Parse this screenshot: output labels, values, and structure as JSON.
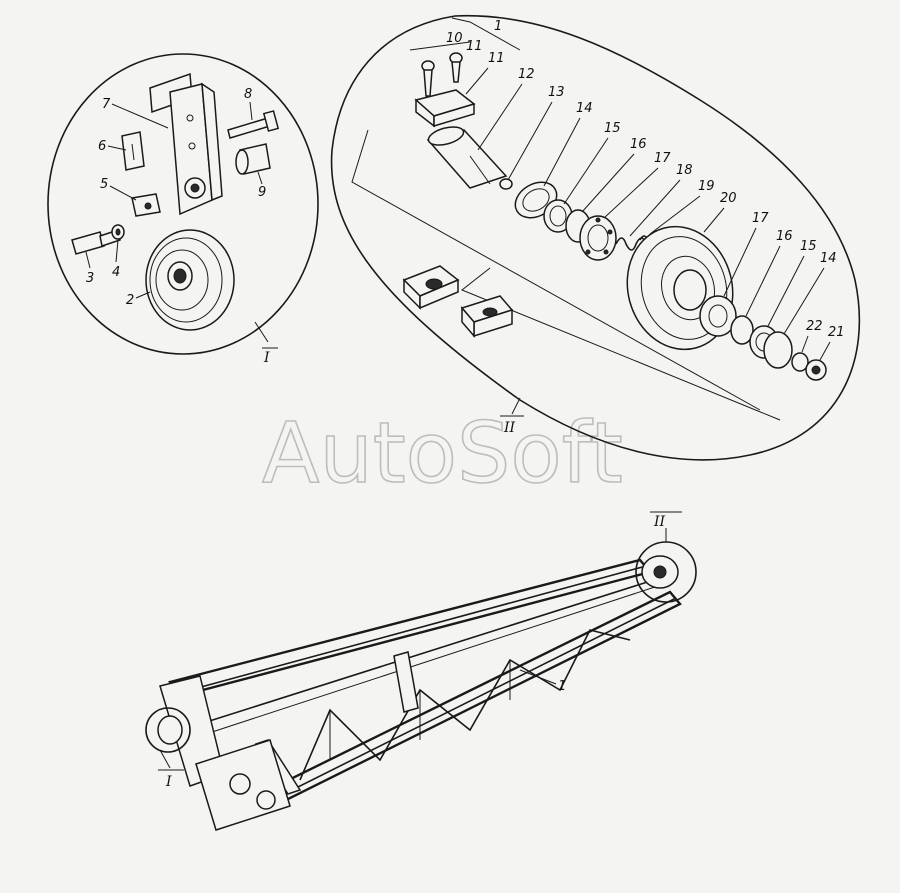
{
  "watermark": "AutoSoft",
  "detail_views": [
    {
      "id": "I",
      "label": "I"
    },
    {
      "id": "II",
      "label": "II"
    }
  ],
  "callouts": {
    "c1": "1",
    "c2": "2",
    "c3": "3",
    "c4": "4",
    "c5": "5",
    "c6": "6",
    "c7": "7",
    "c8": "8",
    "c9": "9",
    "c10": "10",
    "c11a": "11",
    "c11b": "11",
    "c12": "12",
    "c13": "13",
    "c14a": "14",
    "c15a": "15",
    "c16a": "16",
    "c17a": "17",
    "c18": "18",
    "c19": "19",
    "c20": "20",
    "c17b": "17",
    "c16b": "16",
    "c15b": "15",
    "c14b": "14",
    "c22": "22",
    "c21": "21",
    "c1frame": "1"
  },
  "view_markers": {
    "detail_I": "I",
    "detail_II": "II",
    "frame_I": "I",
    "frame_II": "II"
  }
}
